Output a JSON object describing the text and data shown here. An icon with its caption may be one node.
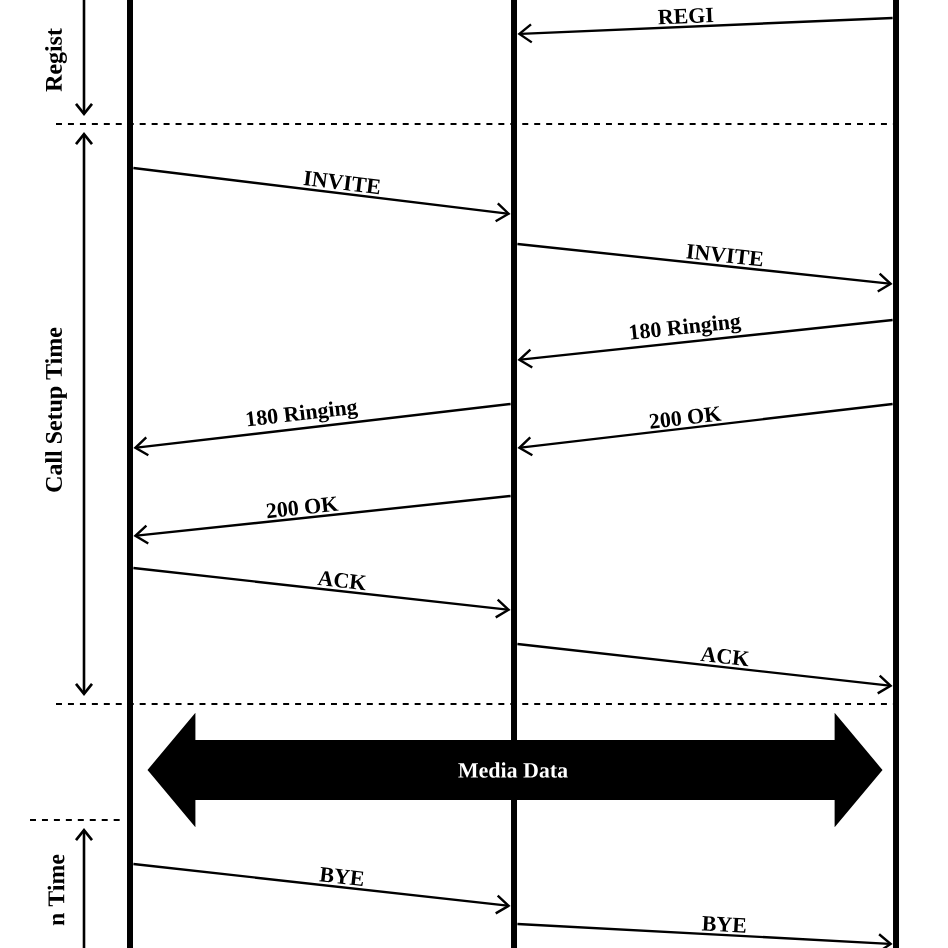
{
  "diagram": {
    "nodes": [
      {
        "text": [],
        "shape": "bar"
      },
      {
        "text": [],
        "shape": "bar"
      },
      {
        "text": [],
        "shape": "bar"
      }
    ],
    "edges": [
      {
        "from": 2,
        "to": 1,
        "arrow": "to",
        "label": "REGI"
      },
      {
        "from": 0,
        "to": 1,
        "arrow": "to",
        "label": "INVITE"
      },
      {
        "from": 1,
        "to": 2,
        "arrow": "to",
        "label": "INVITE"
      },
      {
        "from": 2,
        "to": 1,
        "arrow": "to",
        "label": "180 Ringing"
      },
      {
        "from": 1,
        "to": 0,
        "arrow": "to",
        "label": "180 Ringing"
      },
      {
        "from": 2,
        "to": 1,
        "arrow": "to",
        "label": "200 OK"
      },
      {
        "from": 1,
        "to": 0,
        "arrow": "to",
        "label": "200 OK"
      },
      {
        "from": 0,
        "to": 1,
        "arrow": "to",
        "label": "ACK"
      },
      {
        "from": 1,
        "to": 2,
        "arrow": "to",
        "label": "ACK"
      },
      {
        "from": 0,
        "to": 2,
        "arrow": "both",
        "label": "Media  Data",
        "style": "thick"
      },
      {
        "from": 0,
        "to": 1,
        "arrow": "to",
        "label": "BYE"
      },
      {
        "from": 1,
        "to": 2,
        "arrow": "to",
        "label": "BYE"
      }
    ],
    "labels": [
      "Regist",
      "Call Setup Time",
      "n Time"
    ]
  }
}
